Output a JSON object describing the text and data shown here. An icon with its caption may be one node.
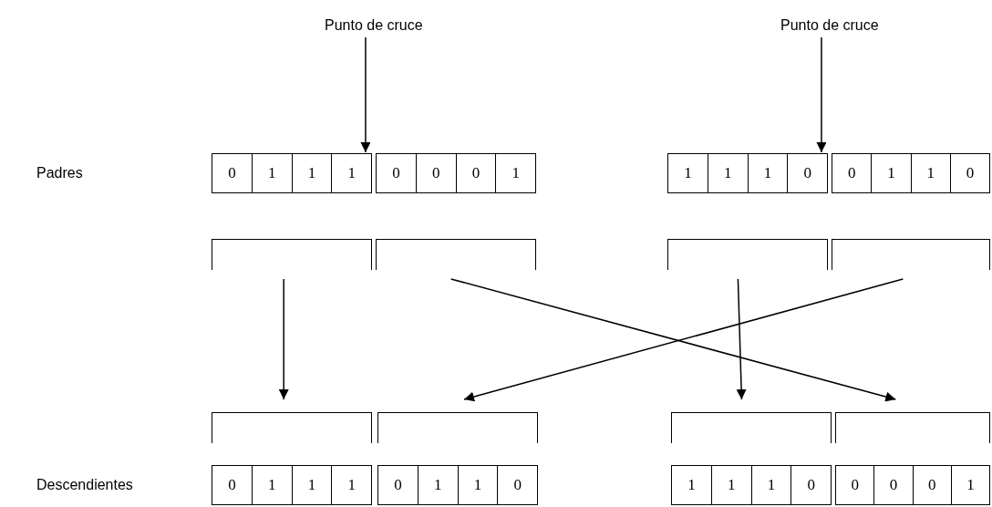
{
  "diagram": {
    "nodes": [
      {
        "text": [
          "Punto de cruce"
        ]
      },
      {
        "text": [
          "Punto de cruce"
        ]
      },
      {
        "text": [
          "0",
          "1",
          "1",
          "1"
        ]
      },
      {
        "text": [
          "0",
          "0",
          "0",
          "1"
        ]
      },
      {
        "text": [
          "1",
          "1",
          "1",
          "0"
        ]
      },
      {
        "text": [
          "0",
          "1",
          "1",
          "0"
        ]
      },
      {
        "text": [],
        "shape": "bracket"
      },
      {
        "text": [],
        "shape": "bracket"
      },
      {
        "text": [],
        "shape": "bracket"
      },
      {
        "text": [],
        "shape": "bracket"
      },
      {
        "text": [],
        "shape": "bracket"
      },
      {
        "text": [],
        "shape": "bracket"
      },
      {
        "text": [],
        "shape": "bracket"
      },
      {
        "text": [],
        "shape": "bracket"
      },
      {
        "text": [
          "0",
          "1",
          "1",
          "1"
        ]
      },
      {
        "text": [
          "0",
          "1",
          "1",
          "0"
        ]
      },
      {
        "text": [
          "1",
          "1",
          "1",
          "0"
        ]
      },
      {
        "text": [
          "0",
          "0",
          "0",
          "1"
        ]
      }
    ],
    "edges": [
      {
        "from": 0,
        "to": 2,
        "arrow": "to"
      },
      {
        "from": 1,
        "to": 4,
        "arrow": "to"
      },
      {
        "from": 6,
        "to": 10,
        "arrow": "to"
      },
      {
        "from": 7,
        "to": 13,
        "arrow": "to"
      },
      {
        "from": 8,
        "to": 12,
        "arrow": "to"
      },
      {
        "from": 9,
        "to": 11,
        "arrow": "to"
      }
    ],
    "labels": [
      "Padres",
      "Descendientes"
    ]
  }
}
